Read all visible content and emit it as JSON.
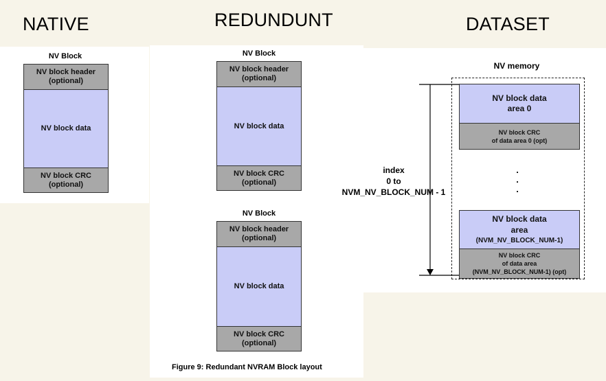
{
  "headings": {
    "native": "NATIVE",
    "redundant": "REDUNDUNT",
    "dataset": "DATASET"
  },
  "native_block": {
    "title": "NV Block",
    "header_line1": "NV block header",
    "header_line2": "(optional)",
    "data": "NV block data",
    "crc_line1": "NV block CRC",
    "crc_line2": "(optional)"
  },
  "redundant_blocks": [
    {
      "title": "NV Block",
      "header_line1": "NV block header",
      "header_line2": "(optional)",
      "data": "NV block data",
      "crc_line1": "NV block CRC",
      "crc_line2": "(optional)"
    },
    {
      "title": "NV Block",
      "header_line1": "NV block header",
      "header_line2": "(optional)",
      "data": "NV block data",
      "crc_line1": "NV block CRC",
      "crc_line2": "(optional)"
    }
  ],
  "redundant_caption": "Figure 9: Redundant NVRAM Block layout",
  "dataset": {
    "title": "NV memory",
    "area0_line1": "NV block data",
    "area0_line2": "area 0",
    "crc0_line1": "NV block CRC",
    "crc0_line2": "of  data area 0 (opt)",
    "dots": ".",
    "areaN_line1": "NV block data",
    "areaN_line2": "area",
    "areaN_line3": "(NVM_NV_BLOCK_NUM-1)",
    "crcN_line1": "NV block CRC",
    "crcN_line2": "of  data area",
    "crcN_line3": "(NVM_NV_BLOCK_NUM-1) (opt)",
    "index_line1": "index",
    "index_line2": "0 to",
    "index_line3": "NVM_NV_BLOCK_NUM - 1"
  },
  "colors": {
    "background": "#f7f4e9",
    "panel": "#ffffff",
    "gray_cell": "#a8a8a8",
    "data_cell": "#c9ccf7"
  }
}
